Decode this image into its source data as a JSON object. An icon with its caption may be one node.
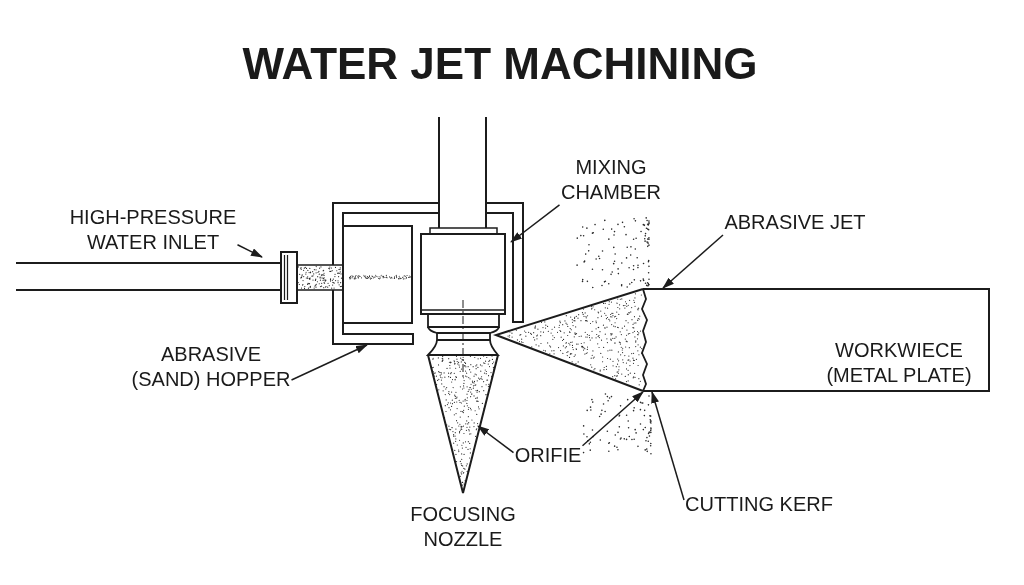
{
  "diagram": {
    "title": "WATER JET MACHINING",
    "nodes": [
      {
        "text": [
          "MIXING CHAMBER"
        ]
      },
      {
        "text": [
          "HIGH-PRESSURE WATER INLET"
        ]
      },
      {
        "text": [
          "ABRASIVE JET"
        ]
      },
      {
        "text": [
          "WORKWIECE (METAL PLATE)"
        ]
      },
      {
        "text": [
          "ABRASIVE (SAND) HOPPER"
        ]
      },
      {
        "text": [
          "ORIFIE"
        ]
      },
      {
        "text": [
          "CUTTING KERF"
        ]
      }
    ],
    "edges": [
      {
        "from": 0,
        "to": null,
        "arrow": "to"
      },
      {
        "from": 1,
        "to": null,
        "arrow": "to"
      },
      {
        "from": 2,
        "to": 3,
        "arrow": "to"
      },
      {
        "from": 4,
        "to": null,
        "arrow": "to"
      },
      {
        "from": 5,
        "to": null,
        "arrow": "to"
      },
      {
        "from": 5,
        "to": 3,
        "arrow": "to"
      },
      {
        "from": 6,
        "to": 3,
        "arrow": "to"
      }
    ],
    "labels": [
      "FOCUSING NOZZLE"
    ]
  }
}
